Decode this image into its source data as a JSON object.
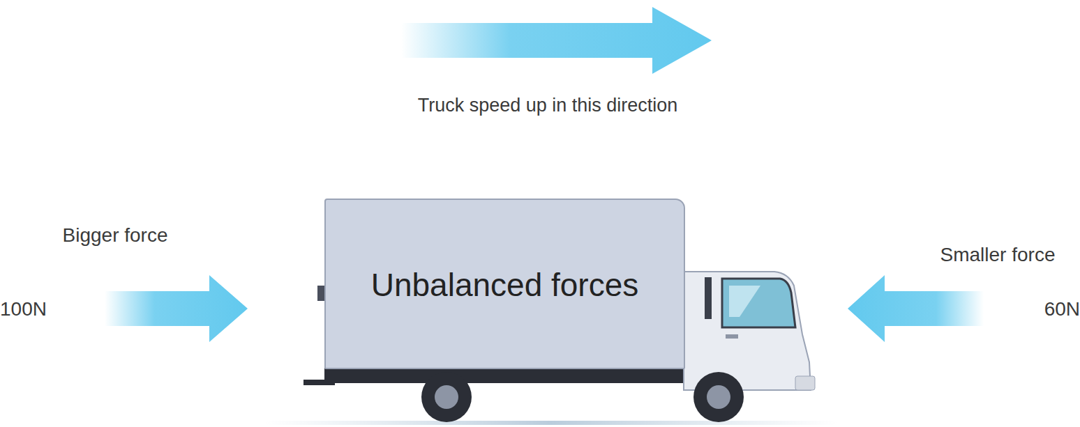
{
  "diagram": {
    "nodes": [
      {
        "text": [
          "Unbalanced forces"
        ]
      }
    ],
    "labels": [
      "Truck speed up in this direction",
      "Bigger force",
      "100N",
      "Smaller force",
      "60N"
    ]
  }
}
